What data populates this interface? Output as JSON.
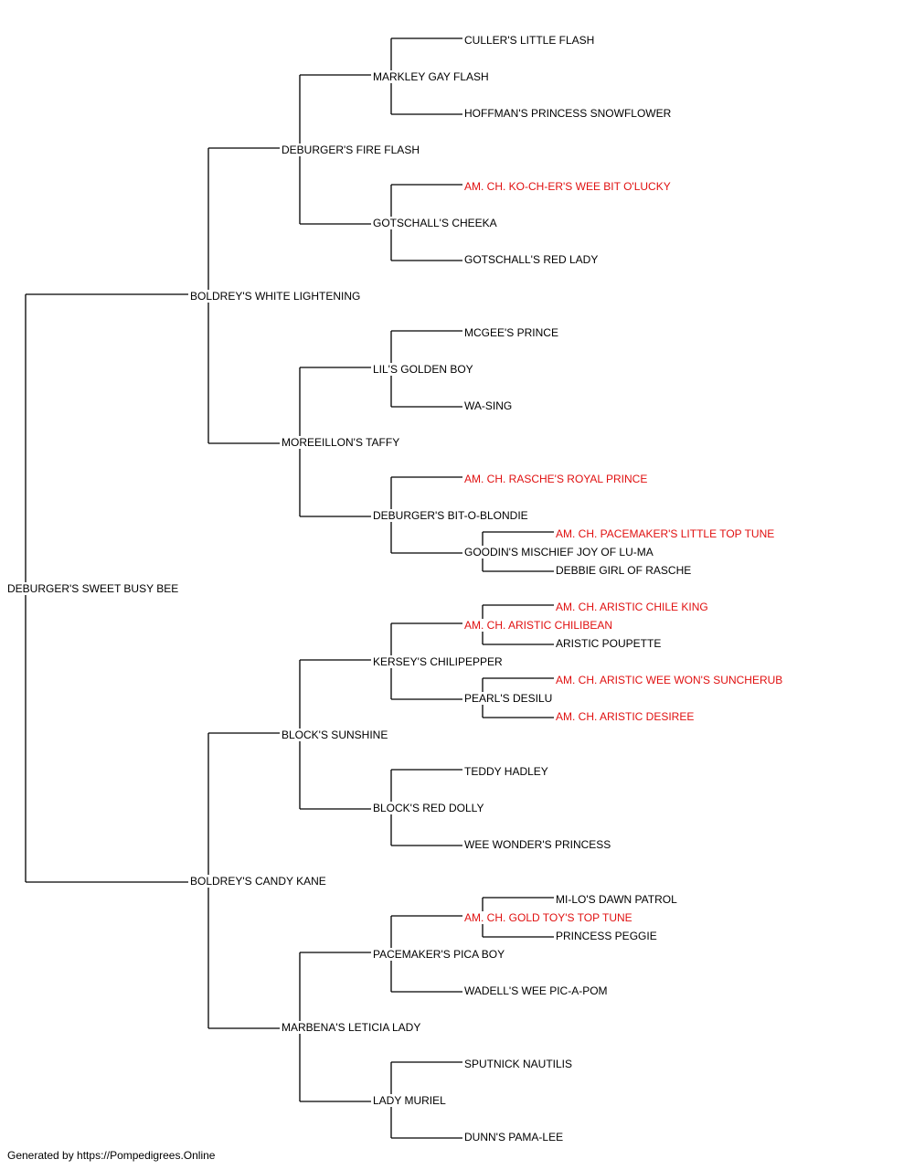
{
  "colors": {
    "champion": "#e01010",
    "normal": "#000000",
    "connector": "#000000"
  },
  "pedigree": {
    "root": "DEBURGER'S SWEET BUSY BEE",
    "sire": "BOLDREY'S WHITE LIGHTENING",
    "sire_sire": "DEBURGER'S FIRE FLASH",
    "sire_sire_sire": "MARKLEY GAY FLASH",
    "sire_sire_sire_sire": "CULLER'S LITTLE FLASH",
    "sire_sire_sire_dam": "HOFFMAN'S PRINCESS SNOWFLOWER",
    "sire_sire_dam": "GOTSCHALL'S CHEEKA",
    "sire_sire_dam_sire": "AM. CH. KO-CH-ER'S WEE BIT O'LUCKY",
    "sire_sire_dam_dam": "GOTSCHALL'S RED LADY",
    "sire_dam": "MOREEILLON'S TAFFY",
    "sire_dam_sire": "LIL'S GOLDEN BOY",
    "sire_dam_sire_sire": "MCGEE'S PRINCE",
    "sire_dam_sire_dam": "WA-SING",
    "sire_dam_dam": "DEBURGER'S BIT-O-BLONDIE",
    "sire_dam_dam_sire": "AM. CH. RASCHE'S ROYAL PRINCE",
    "sire_dam_dam_dam": "GOODIN'S MISCHIEF JOY OF LU-MA",
    "sire_dam_dam_dam_sire": "AM. CH. PACEMAKER'S LITTLE TOP TUNE",
    "sire_dam_dam_dam_dam": "DEBBIE GIRL OF RASCHE",
    "dam": "BOLDREY'S CANDY KANE",
    "dam_sire": "BLOCK'S SUNSHINE",
    "dam_sire_sire": "KERSEY'S CHILIPEPPER",
    "dam_sire_sire_sire": "AM. CH. ARISTIC CHILIBEAN",
    "dam_sire_sire_sire_sire": "AM. CH. ARISTIC CHILE KING",
    "dam_sire_sire_sire_dam": "ARISTIC POUPETTE",
    "dam_sire_sire_dam": "PEARL'S DESILU",
    "dam_sire_sire_dam_sire": "AM. CH. ARISTIC WEE WON'S SUNCHERUB",
    "dam_sire_sire_dam_dam": "AM. CH. ARISTIC DESIREE",
    "dam_sire_dam": "BLOCK'S RED DOLLY",
    "dam_sire_dam_sire": "TEDDY HADLEY",
    "dam_sire_dam_dam": "WEE WONDER'S PRINCESS",
    "dam_dam": "MARBENA'S LETICIA LADY",
    "dam_dam_sire": "PACEMAKER'S PICA BOY",
    "dam_dam_sire_sire": "AM. CH. GOLD TOY'S TOP TUNE",
    "dam_dam_sire_sire_sire": "MI-LO'S DAWN PATROL",
    "dam_dam_sire_sire_dam": "PRINCESS PEGGIE",
    "dam_dam_sire_dam": "WADELL'S WEE PIC-A-POM",
    "dam_dam_dam": "LADY MURIEL",
    "dam_dam_dam_sire": "SPUTNICK NAUTILIS",
    "dam_dam_dam_dam": "DUNN'S PAMA-LEE"
  },
  "champions": [
    "sire_sire_dam_sire",
    "sire_dam_dam_sire",
    "sire_dam_dam_dam_sire",
    "dam_sire_sire_sire",
    "dam_sire_sire_sire_sire",
    "dam_sire_sire_dam_sire",
    "dam_sire_sire_dam_dam",
    "dam_dam_sire_sire"
  ],
  "footer": "Generated by https://Pompedigrees.Online"
}
